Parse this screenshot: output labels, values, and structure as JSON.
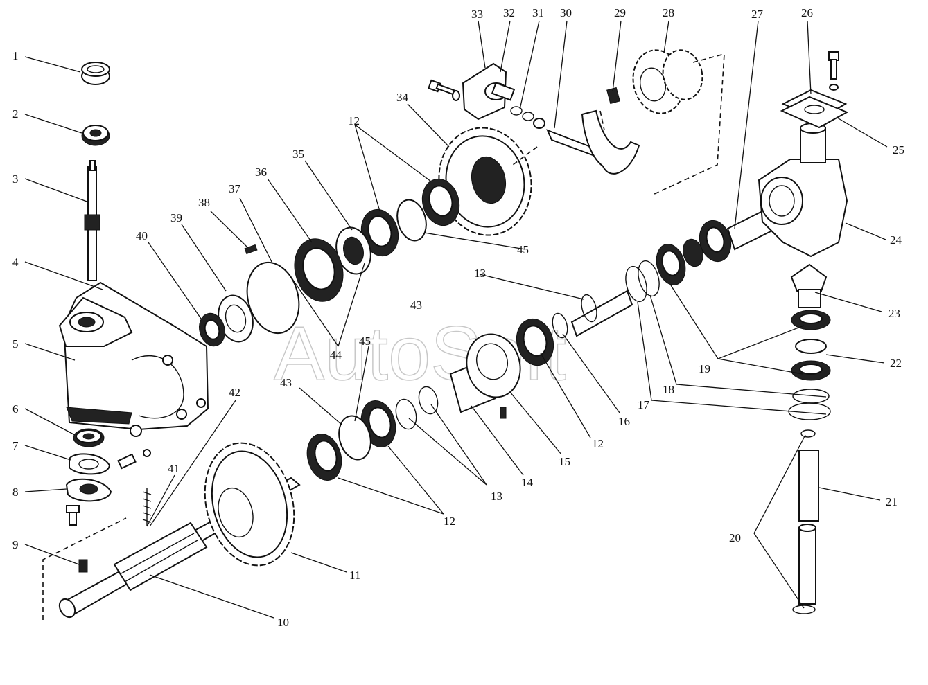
{
  "watermark": "AutoSoft",
  "callouts": [
    "1",
    "2",
    "3",
    "4",
    "5",
    "6",
    "7",
    "8",
    "9",
    "10",
    "11",
    "12",
    "13",
    "14",
    "15",
    "16",
    "17",
    "18",
    "19",
    "20",
    "21",
    "22",
    "23",
    "24",
    "25",
    "26",
    "27",
    "28",
    "29",
    "30",
    "31",
    "32",
    "33",
    "34",
    "35",
    "36",
    "37",
    "38",
    "39",
    "40",
    "41",
    "42",
    "43",
    "44",
    "45"
  ]
}
